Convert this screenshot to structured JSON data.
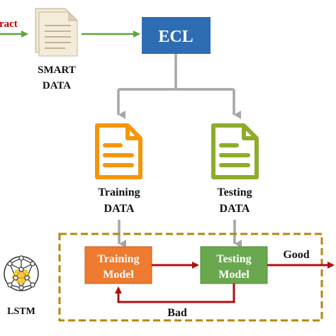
{
  "labels": {
    "extract": "tract",
    "smart_line1": "SMART",
    "smart_line2": "DATA",
    "ecl": "ECL",
    "training_line1": "Training",
    "training_line2": "DATA",
    "testing_line1": "Testing",
    "testing_line2": "DATA",
    "training_model_line1": "Training",
    "training_model_line2": "Model",
    "testing_model_line1": "Testing",
    "testing_model_line2": "Model",
    "good": "Good",
    "bad": "Bad",
    "lstm": "LSTM"
  },
  "colors": {
    "ecl_box": "#2e6db4",
    "training_doc": "#f5960a",
    "testing_doc": "#8dad2a",
    "training_model_box": "#ee7b30",
    "testing_model_box": "#6aa84f",
    "dashed_frame": "#b8860b",
    "feedback_arrow": "#b01010",
    "green_arrow": "#5aa83a",
    "gray_connector": "#a6a6a6",
    "extract_text": "#c00000",
    "lstm_node": "#f2b705"
  }
}
